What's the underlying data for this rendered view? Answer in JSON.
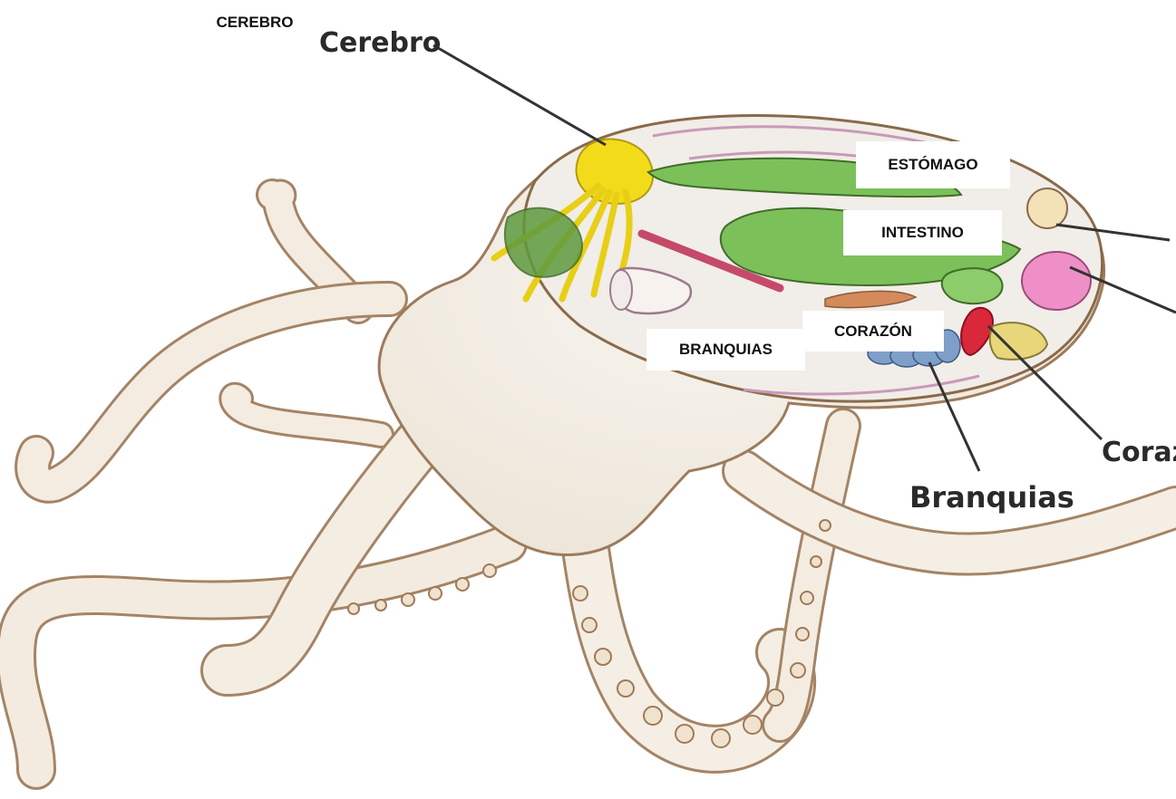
{
  "diagram": {
    "subject": "octopus-anatomy",
    "original_labels": {
      "cerebro": "Cerebro",
      "corazon_partial": "Coraz",
      "branquias": "Branquias"
    },
    "overlay_labels": {
      "cerebro": "CEREBRO",
      "estomago": "ESTÓMAGO",
      "intestino": "INTESTINO",
      "corazon": "CORAZÓN",
      "branquias": "BRANQUIAS"
    },
    "colors": {
      "body": "#f3efe8",
      "outline": "#8a6a4a",
      "shading": "#d9a878",
      "brain": "#f2dc1a",
      "digestive": "#7cc05a",
      "heart": "#d8283a",
      "gills": "#7e9fc8",
      "pink_organ": "#ef8fc8",
      "leader_line": "#333333"
    }
  }
}
